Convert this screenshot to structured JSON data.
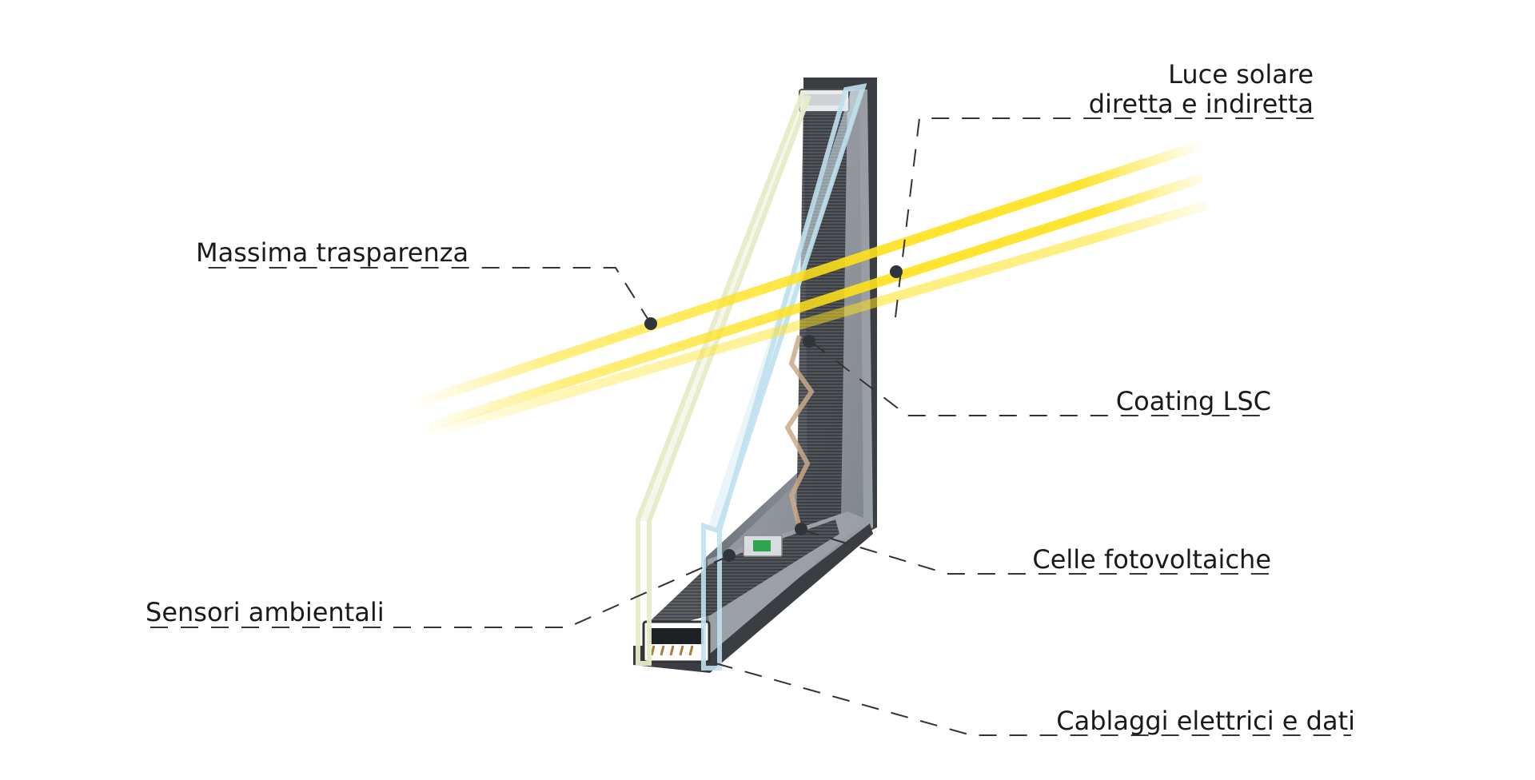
{
  "labels": {
    "light_line1": "Luce solare",
    "light_line2": "diretta e indiretta",
    "transparency": "Massima trasparenza",
    "coating": "Coating LSC",
    "cells": "Celle fotovoltaiche",
    "sensors": "Sensori ambientali",
    "wiring": "Cablaggi elettrici e dati"
  },
  "colors": {
    "sunlight": "#ffe21a",
    "frame_dark": "#3a3d42",
    "frame_mid": "#8e949b",
    "glass_blue": "#cfe6f0",
    "glass_green": "#e9efd2",
    "leader": "#333333",
    "dot": "#2f353d",
    "zigzag": "#c9a98a"
  }
}
